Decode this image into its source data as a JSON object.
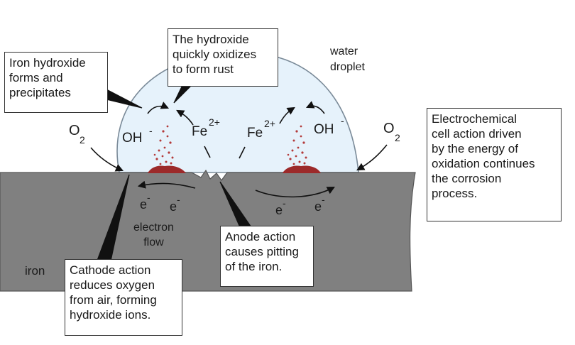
{
  "callouts": {
    "iron_hydroxide": "Iron hydroxide\nforms and\nprecipitates",
    "hydroxide_oxidizes": "The hydroxide\nquickly oxidizes\nto form rust",
    "electrochemical": "Electrochemical\ncell action driven\nby the energy of\noxidation continues\nthe corrosion\nprocess.",
    "anode": "Anode action\ncauses pitting\nof the iron.",
    "cathode": "Cathode action\nreduces oxygen\nfrom air, forming\nhydroxide ions."
  },
  "labels": {
    "water_droplet": "water\ndroplet",
    "iron": "iron",
    "electron_flow": "electron\nflow",
    "oh": "OH",
    "minus": "-",
    "fe": "Fe",
    "two_plus": "2+",
    "o": "O",
    "two": "2",
    "e": "e"
  },
  "colors": {
    "iron": "#808080",
    "droplet": "#e6f2fb",
    "rust": "#9c2a2a"
  }
}
